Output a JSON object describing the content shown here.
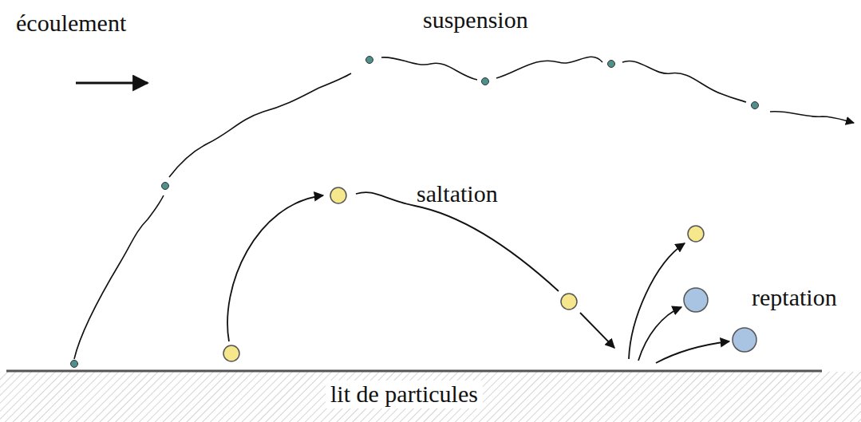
{
  "diagram": {
    "labels": [
      "écoulement",
      "suspension",
      "saltation",
      "reptation",
      "lit de particules"
    ]
  }
}
